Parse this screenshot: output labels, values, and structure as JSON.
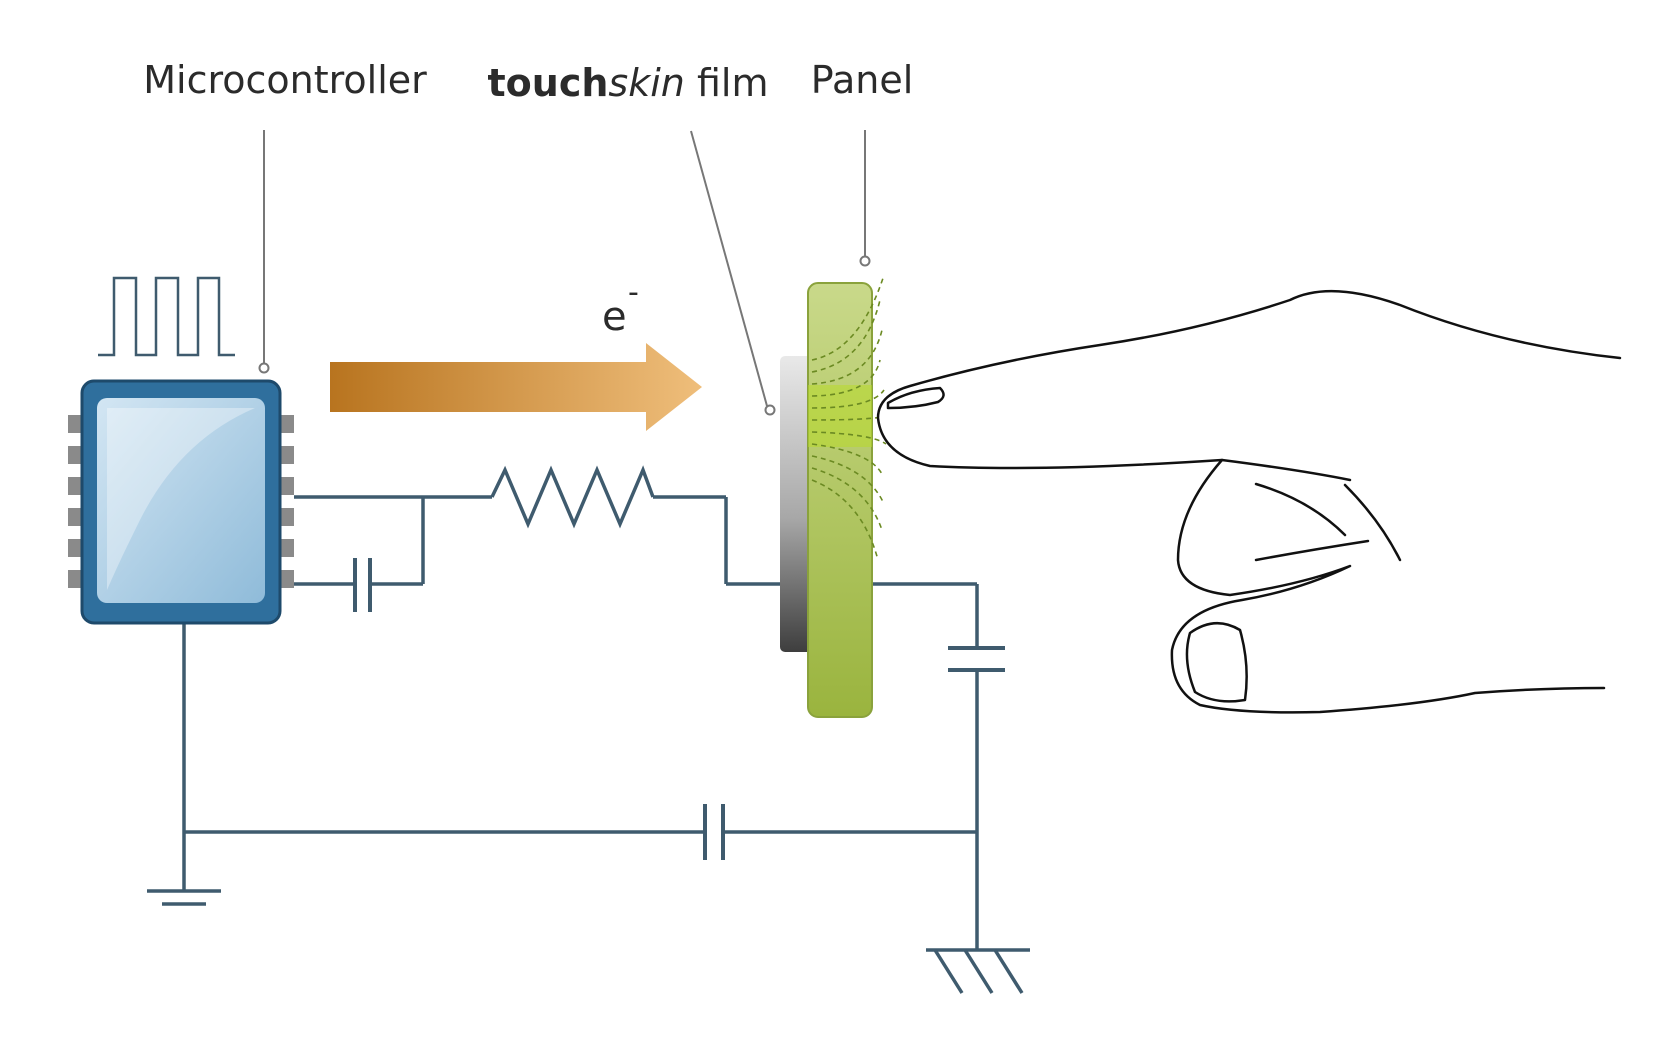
{
  "labels": {
    "microcontroller": "Microcontroller",
    "film_bold": "touch",
    "film_italic": "skin",
    "film_rest": " film",
    "panel": "Panel",
    "electron": "e",
    "electron_sup": "-"
  },
  "colors": {
    "wire": "#3f5b6e",
    "chip_outer": "#2f6f9d",
    "chip_inner": "#b7d6ea",
    "pin": "#8a8a8a",
    "arrow_start": "#b8741f",
    "arrow_end": "#efbe7b",
    "panel": "#a8bf55",
    "field_lines": "#6b8a22",
    "hand_stroke": "#111111"
  },
  "icons": {
    "chip": "microcontroller-chip-icon",
    "resistor": "resistor-icon",
    "capacitor": "capacitor-icon",
    "ground": "ground-icon",
    "earth": "earth-ground-icon",
    "hand": "pointing-hand-icon",
    "arrow": "electron-flow-arrow-icon",
    "pulse": "square-wave-icon"
  }
}
